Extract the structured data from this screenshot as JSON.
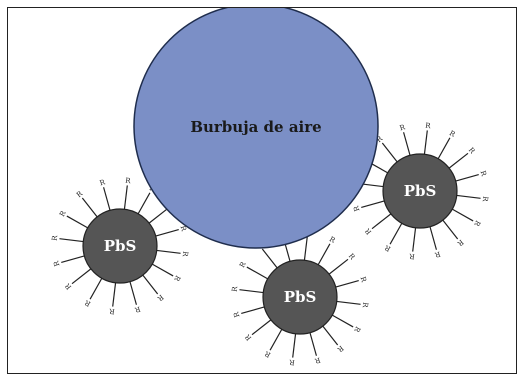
{
  "bubble": {
    "label": "Burbuja de aire",
    "fill": "#7b8fc6",
    "stroke": "#1f2d4d"
  },
  "particles": [
    {
      "label": "PbS",
      "role": "left"
    },
    {
      "label": "PbS",
      "role": "bottom"
    },
    {
      "label": "PbS",
      "role": "right"
    }
  ],
  "ligand_label": "R",
  "particle_fill": "#555555",
  "particle_label_color": "#ffffff"
}
